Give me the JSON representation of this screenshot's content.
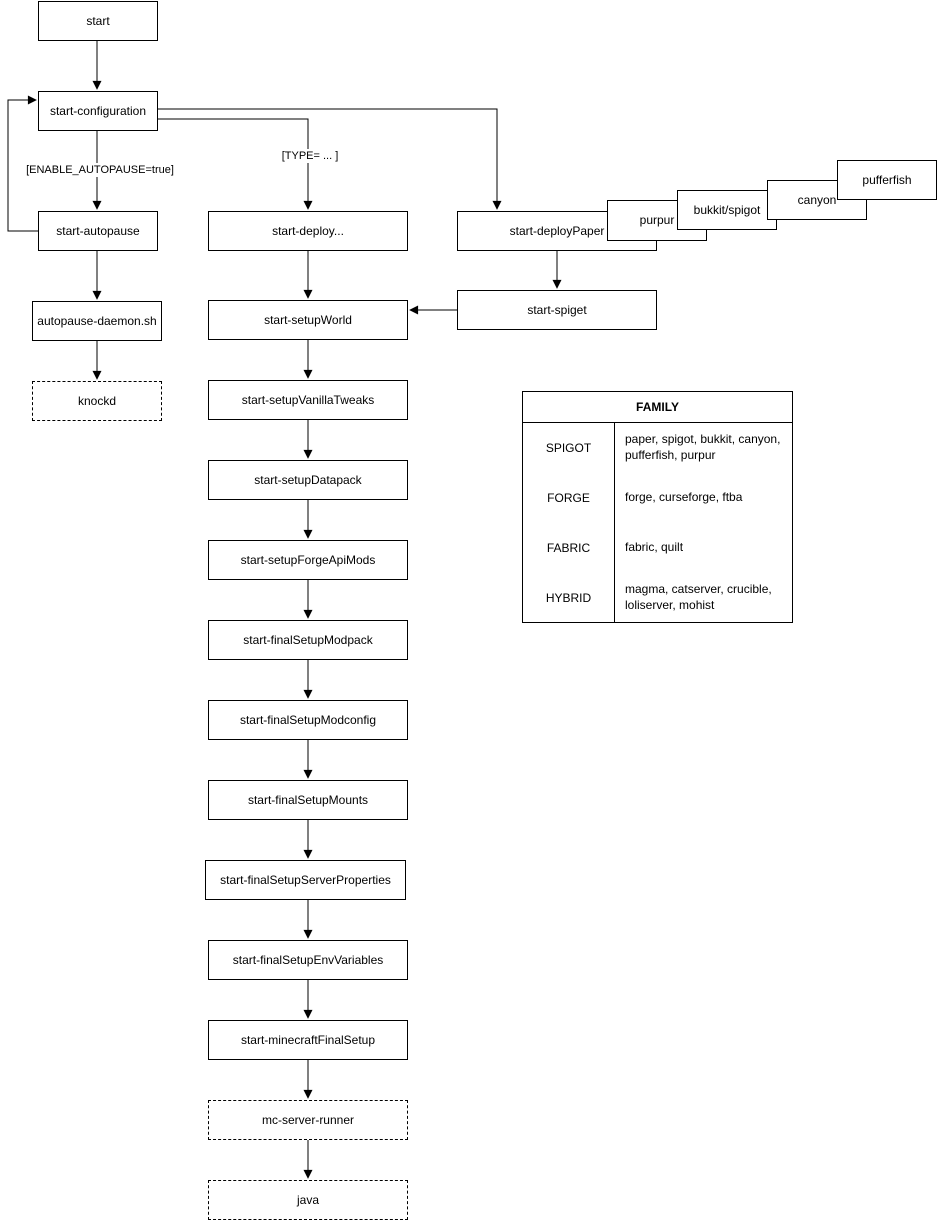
{
  "diagram": {
    "colors": {
      "line": "#000000",
      "text": "#000000",
      "background": "#ffffff"
    },
    "nodes": {
      "start": "start",
      "start_configuration": "start-configuration",
      "start_autopause": "start-autopause",
      "autopause_daemon_sh": "autopause-daemon.sh",
      "knockd": "knockd",
      "start_deploy": "start-deploy...",
      "start_deployPaper": "start-deployPaper",
      "purpur": "purpur",
      "bukkit_spigot": "bukkit/spigot",
      "canyon": "canyon",
      "pufferfish": "pufferfish",
      "start_spiget": "start-spiget",
      "start_setupWorld": "start-setupWorld",
      "start_setupVanillaTweaks": "start-setupVanillaTweaks",
      "start_setupDatapack": "start-setupDatapack",
      "start_setupForgeApiMods": "start-setupForgeApiMods",
      "start_finalSetupModpack": "start-finalSetupModpack",
      "start_finalSetupModconfig": "start-finalSetupModconfig",
      "start_finalSetupMounts": "start-finalSetupMounts",
      "start_finalSetupServerProperties": "start-finalSetupServerProperties",
      "start_finalSetupEnvVariables": "start-finalSetupEnvVariables",
      "start_minecraftFinalSetup": "start-minecraftFinalSetup",
      "mc_server_runner": "mc-server-runner",
      "java": "java"
    },
    "edge_labels": {
      "autopause_condition": "[ENABLE_AUTOPAUSE=true]",
      "type_condition": "[TYPE= ... ]"
    },
    "table": {
      "title": "FAMILY",
      "rows": [
        {
          "family": "SPIGOT",
          "members": "paper, spigot, bukkit, canyon, pufferfish, purpur"
        },
        {
          "family": "FORGE",
          "members": "forge, curseforge, ftba"
        },
        {
          "family": "FABRIC",
          "members": "fabric, quilt"
        },
        {
          "family": "HYBRID",
          "members": "magma, catserver, crucible, loliserver, mohist"
        }
      ]
    }
  }
}
